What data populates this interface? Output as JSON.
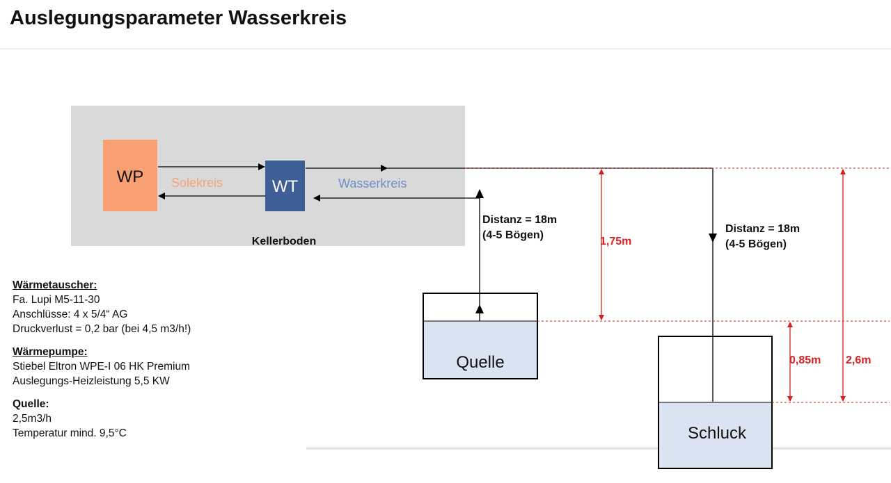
{
  "page": {
    "title": "Auslegungsparameter Wasserkreis"
  },
  "diagram": {
    "wp_label": "WP",
    "wt_label": "WT",
    "solekreis_label": "Solekreis",
    "wasserkreis_label": "Wasserkreis",
    "kellerboden_label": "Kellerboden",
    "quelle_label": "Quelle",
    "schluck_label": "Schluck",
    "distanz_quelle_line1": "Distanz = 18m",
    "distanz_quelle_line2": "(4-5 Bögen)",
    "distanz_schluck_line1": "Distanz = 18m",
    "distanz_schluck_line2": "(4-5 Bögen)",
    "dim_175": "1,75m",
    "dim_085": "0,85m",
    "dim_26": "2,6m",
    "colors": {
      "keller_fill": "#d9d9d9",
      "wp_fill": "#f9a073",
      "wt_fill": "#3d5f96",
      "sole_text": "#f4a47a",
      "wasser_text": "#6f8fc6",
      "tank_water": "#dae3f1",
      "dimension_red": "#d42020"
    }
  },
  "specs": {
    "waermetauscher": {
      "heading": "Wärmetauscher:",
      "lines": [
        "Fa. Lupi M5-11-30",
        "Anschlüsse: 4 x 5/4“ AG",
        "Druckverlust = 0,2 bar (bei 4,5 m3/h!)"
      ]
    },
    "waermepumpe": {
      "heading": "Wärmepumpe:",
      "lines": [
        "Stiebel Eltron WPE-I 06 HK Premium",
        "Auslegungs-Heizleistung 5,5 KW"
      ]
    },
    "quelle": {
      "heading": "Quelle:",
      "lines": [
        "2,5m3/h",
        "Temperatur mind. 9,5°C"
      ]
    }
  }
}
